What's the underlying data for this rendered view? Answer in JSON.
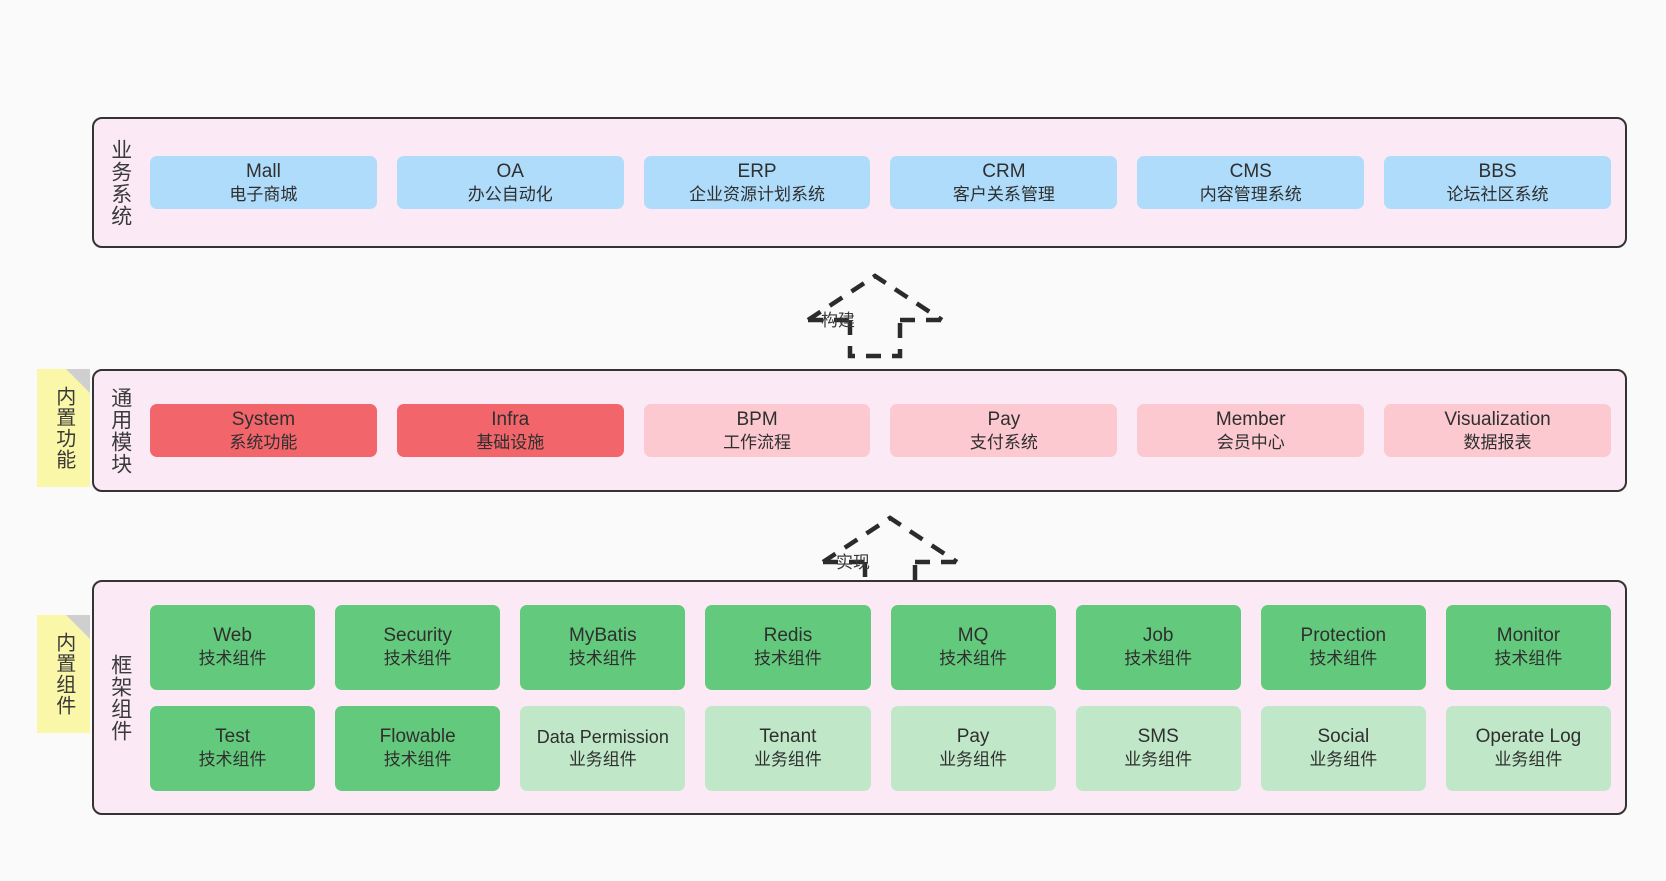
{
  "layers": [
    {
      "name": "business-systems",
      "title": "业务系统",
      "rows": [
        {
          "style": "blue",
          "cards": [
            {
              "t1": "Mall",
              "t2": "电子商城"
            },
            {
              "t1": "OA",
              "t2": "办公自动化"
            },
            {
              "t1": "ERP",
              "t2": "企业资源计划系统"
            },
            {
              "t1": "CRM",
              "t2": "客户关系管理"
            },
            {
              "t1": "CMS",
              "t2": "内容管理系统"
            },
            {
              "t1": "BBS",
              "t2": "论坛社区系统"
            }
          ]
        }
      ]
    },
    {
      "name": "common-modules",
      "title": "通用模块",
      "note": "内置功能",
      "rows": [
        {
          "cards": [
            {
              "t1": "System",
              "t2": "系统功能",
              "style": "red-strong"
            },
            {
              "t1": "Infra",
              "t2": "基础设施",
              "style": "red-strong"
            },
            {
              "t1": "BPM",
              "t2": "工作流程",
              "style": "red-light"
            },
            {
              "t1": "Pay",
              "t2": "支付系统",
              "style": "red-light"
            },
            {
              "t1": "Member",
              "t2": "会员中心",
              "style": "red-light"
            },
            {
              "t1": "Visualization",
              "t2": "数据报表",
              "style": "red-light"
            }
          ]
        }
      ]
    },
    {
      "name": "framework-components",
      "title": "框架组件",
      "note": "内置组件",
      "rows": [
        {
          "cards": [
            {
              "t1": "Web",
              "t2": "技术组件",
              "style": "green-strong"
            },
            {
              "t1": "Security",
              "t2": "技术组件",
              "style": "green-strong"
            },
            {
              "t1": "MyBatis",
              "t2": "技术组件",
              "style": "green-strong"
            },
            {
              "t1": "Redis",
              "t2": "技术组件",
              "style": "green-strong"
            },
            {
              "t1": "MQ",
              "t2": "技术组件",
              "style": "green-strong"
            },
            {
              "t1": "Job",
              "t2": "技术组件",
              "style": "green-strong"
            },
            {
              "t1": "Protection",
              "t2": "技术组件",
              "style": "green-strong"
            },
            {
              "t1": "Monitor",
              "t2": "技术组件",
              "style": "green-strong"
            }
          ]
        },
        {
          "cards": [
            {
              "t1": "Test",
              "t2": "技术组件",
              "style": "green-strong"
            },
            {
              "t1": "Flowable",
              "t2": "技术组件",
              "style": "green-strong"
            },
            {
              "t1": "Data Permission",
              "t2": "业务组件",
              "style": "green-light"
            },
            {
              "t1": "Tenant",
              "t2": "业务组件",
              "style": "green-light"
            },
            {
              "t1": "Pay",
              "t2": "业务组件",
              "style": "green-light"
            },
            {
              "t1": "SMS",
              "t2": "业务组件",
              "style": "green-light"
            },
            {
              "t1": "Social",
              "t2": "业务组件",
              "style": "green-light"
            },
            {
              "t1": "Operate Log",
              "t2": "业务组件",
              "style": "green-light"
            }
          ]
        }
      ]
    }
  ],
  "connectors": [
    {
      "name": "build-arrow",
      "label": "构建"
    },
    {
      "name": "implement-arrow",
      "label": "实现"
    }
  ],
  "colors": {
    "band_background": "#fbeaf5",
    "band_border": "#333333",
    "note_background": "#fbf7a8",
    "blue": "#aedcfa",
    "red_strong": "#f2656a",
    "red_light": "#fbc9cf",
    "green_strong": "#63c97c",
    "green_light": "#c0e8c8",
    "canvas": "#fafafa"
  }
}
